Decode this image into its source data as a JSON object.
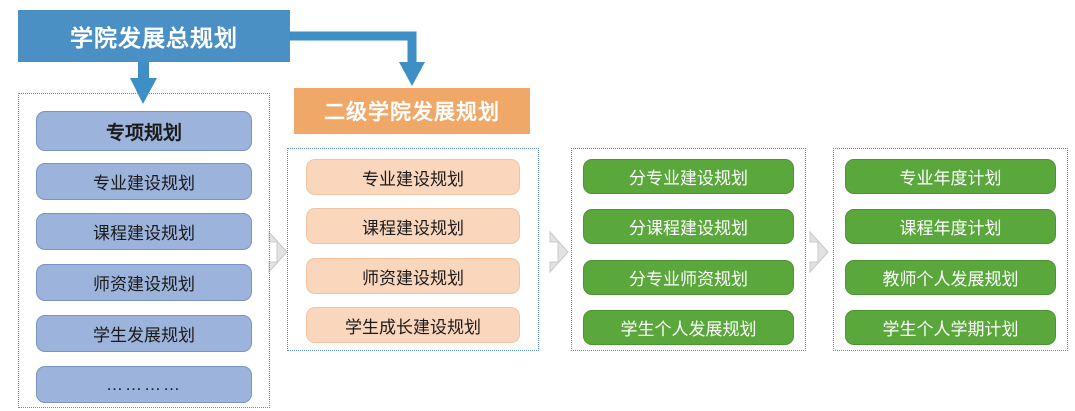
{
  "diagram": {
    "title": "学院发展总规划",
    "columns": [
      {
        "name": "special-planning-column",
        "header": null,
        "items": [
          {
            "label": "专项规划",
            "style": "blue-first"
          },
          {
            "label": "专业建设规划",
            "style": "blue"
          },
          {
            "label": "课程建设规划",
            "style": "blue"
          },
          {
            "label": "师资建设规划",
            "style": "blue"
          },
          {
            "label": "学生发展规划",
            "style": "blue"
          },
          {
            "label": "…………",
            "style": "blue-dots"
          }
        ]
      },
      {
        "name": "secondary-college-column",
        "header": "二级学院发展规划",
        "items": [
          {
            "label": "专业建设规划",
            "style": "orange"
          },
          {
            "label": "课程建设规划",
            "style": "orange"
          },
          {
            "label": "师资建设规划",
            "style": "orange"
          },
          {
            "label": "学生成长建设规划",
            "style": "orange"
          }
        ]
      },
      {
        "name": "sub-planning-column",
        "header": null,
        "items": [
          {
            "label": "分专业建设规划",
            "style": "green"
          },
          {
            "label": "分课程建设规划",
            "style": "green"
          },
          {
            "label": "分专业师资规划",
            "style": "green"
          },
          {
            "label": "学生个人发展规划",
            "style": "green"
          }
        ]
      },
      {
        "name": "annual-plan-column",
        "header": null,
        "items": [
          {
            "label": "专业年度计划",
            "style": "green"
          },
          {
            "label": "课程年度计划",
            "style": "green"
          },
          {
            "label": "教师个人发展规划",
            "style": "green"
          },
          {
            "label": "学生个人学期计划",
            "style": "green"
          }
        ]
      }
    ],
    "colors": {
      "title_blue": "#4a90c4",
      "header_orange": "#f0a868",
      "item_blue": "#9cb3db",
      "item_orange": "#fad6bc",
      "item_green": "#5aa83c",
      "arrow_blue": "#3d8fc6",
      "arrow_gray": "#d9d9d9",
      "dotted_border": "#5b8fc9"
    }
  }
}
